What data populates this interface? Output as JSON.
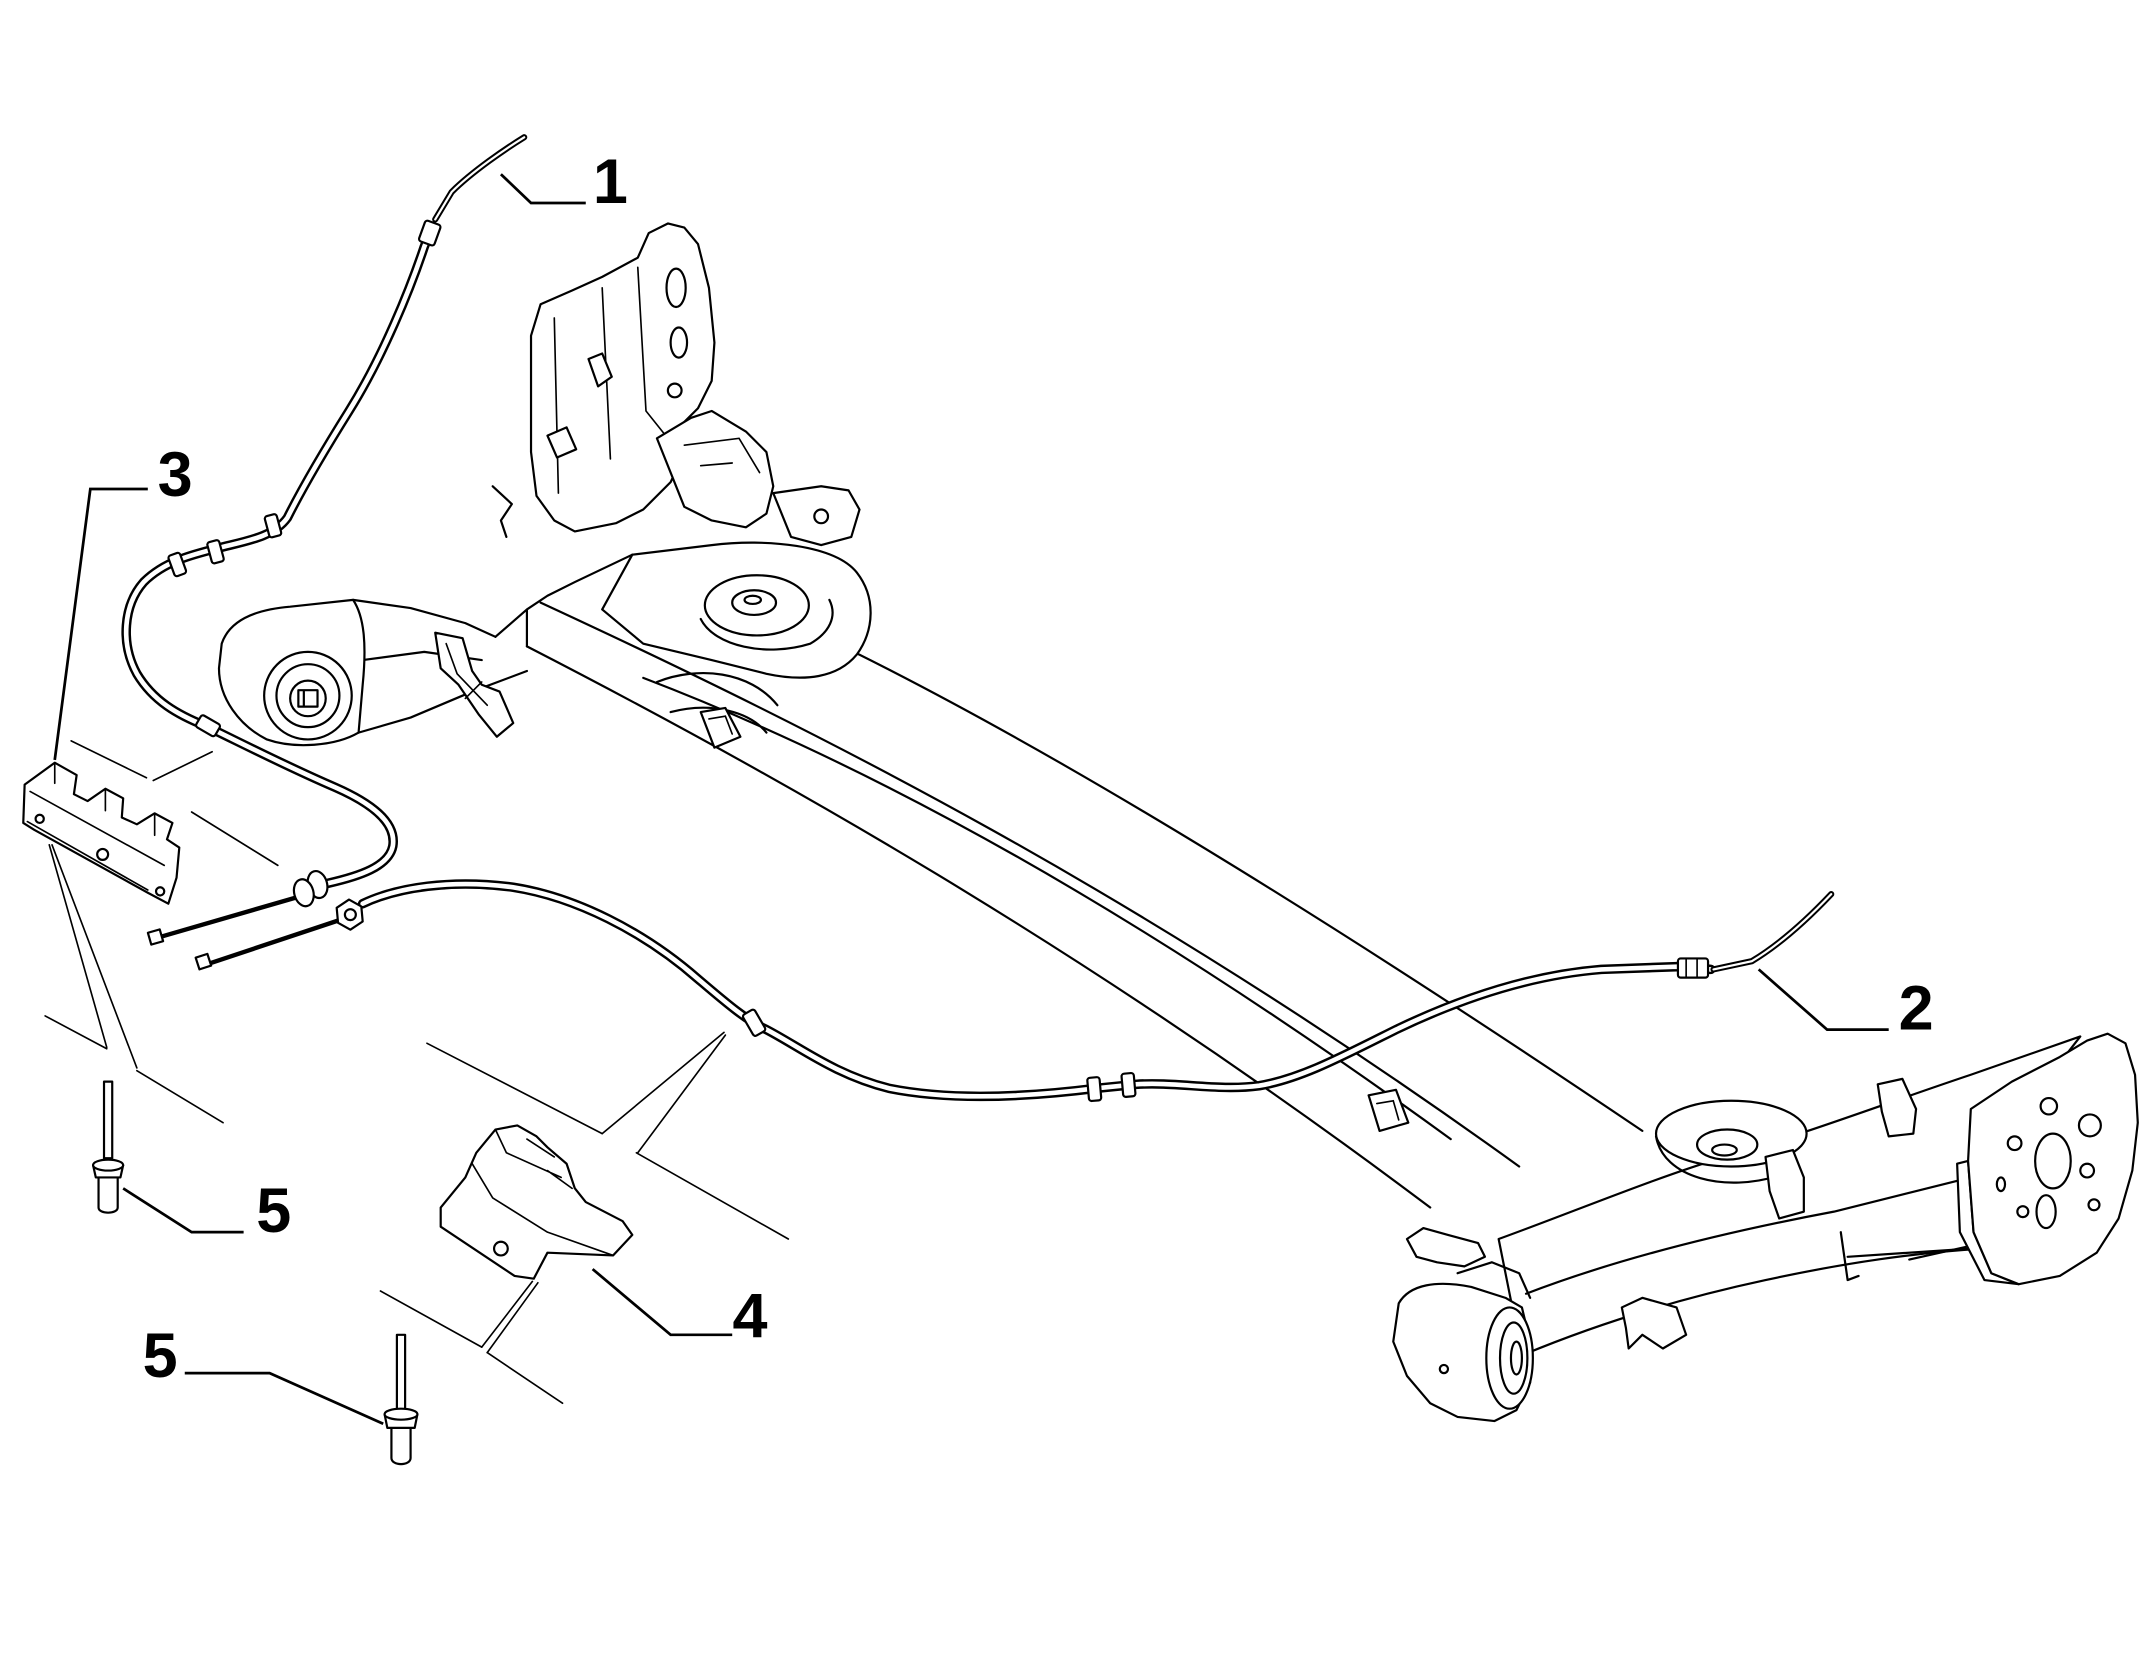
{
  "diagram": {
    "background": "#ffffff",
    "line_color": "#000000"
  },
  "callouts": [
    {
      "label": "1"
    },
    {
      "label": "2"
    },
    {
      "label": "3"
    },
    {
      "label": "4"
    },
    {
      "label": "5"
    },
    {
      "label": "5"
    }
  ]
}
